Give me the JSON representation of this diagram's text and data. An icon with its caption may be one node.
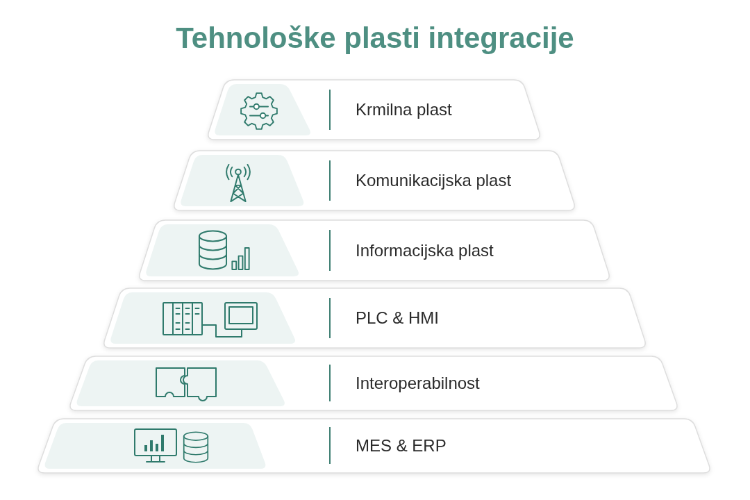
{
  "diagram": {
    "title": "Tehnološke plasti integracije",
    "nodes": [
      {
        "text": [
          "Krmilna plast"
        ]
      },
      {
        "text": [
          "Komunikacijska plast"
        ]
      },
      {
        "text": [
          "Informacijska plast"
        ]
      },
      {
        "text": [
          "PLC & HMI"
        ]
      },
      {
        "text": [
          "Interoperabilnost"
        ]
      },
      {
        "text": [
          "MES & ERP"
        ]
      }
    ]
  }
}
